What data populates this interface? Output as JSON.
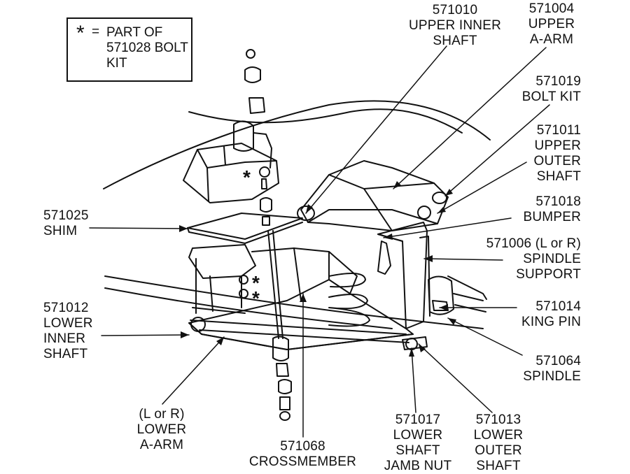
{
  "legend": {
    "symbol": "*",
    "equals": "=",
    "lines": [
      "PART OF",
      "571028",
      "BOLT KIT"
    ]
  },
  "labels": {
    "upper_inner_shaft": [
      "571010",
      "UPPER INNER",
      "SHAFT"
    ],
    "upper_a_arm": [
      "571004",
      "UPPER",
      "A-ARM"
    ],
    "bolt_kit": [
      "571019",
      "BOLT KIT"
    ],
    "upper_outer_shaft": [
      "571011",
      "UPPER",
      "OUTER",
      "SHAFT"
    ],
    "bumper": [
      "571018",
      "BUMPER"
    ],
    "spindle_support": [
      "571006 (L or R)",
      "SPINDLE",
      "SUPPORT"
    ],
    "king_pin": [
      "571014",
      "KING PIN"
    ],
    "spindle": [
      "571064",
      "SPINDLE"
    ],
    "lower_outer_shaft": [
      "571013",
      "LOWER",
      "OUTER",
      "SHAFT"
    ],
    "lower_shaft_jamb_nut": [
      "571017",
      "LOWER",
      "SHAFT",
      "JAMB NUT"
    ],
    "crossmember": [
      "571068",
      "CROSSMEMBER"
    ],
    "lower_a_arm": [
      "(L or R)",
      "LOWER",
      "A-ARM"
    ],
    "lower_inner_shaft": [
      "571012",
      "LOWER",
      "INNER",
      "SHAFT"
    ],
    "shim": [
      "571025",
      "SHIM"
    ]
  },
  "diagram_marks": [
    "*",
    "*",
    "*"
  ]
}
